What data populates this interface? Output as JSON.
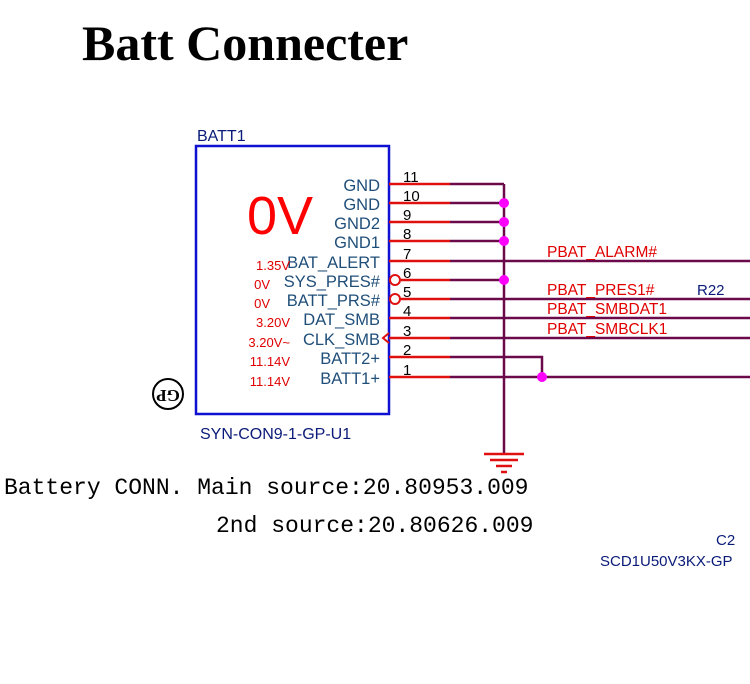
{
  "title": "Batt Connecter",
  "component": {
    "refdes": "BATT1",
    "part_number": "SYN-CON9-1-GP-U1",
    "status_voltage": "0V",
    "green_part_mark": "GP",
    "pins": [
      {
        "number": "11",
        "name": "GND",
        "voltage": "",
        "symbol": "none"
      },
      {
        "number": "10",
        "name": "GND",
        "voltage": "",
        "symbol": "none"
      },
      {
        "number": "9",
        "name": "GND2",
        "voltage": "",
        "symbol": "none"
      },
      {
        "number": "8",
        "name": "GND1",
        "voltage": "",
        "symbol": "none"
      },
      {
        "number": "7",
        "name": "BAT_ALERT",
        "voltage": "1.35V",
        "symbol": "none"
      },
      {
        "number": "6",
        "name": "SYS_PRES#",
        "voltage": "0V",
        "symbol": "bubble"
      },
      {
        "number": "5",
        "name": "BATT_PRS#",
        "voltage": "0V",
        "symbol": "bubble"
      },
      {
        "number": "4",
        "name": "DAT_SMB",
        "voltage": "3.20V",
        "symbol": "none"
      },
      {
        "number": "3",
        "name": "CLK_SMB",
        "voltage": "3.20V~",
        "symbol": "clock"
      },
      {
        "number": "2",
        "name": "BATT2+",
        "voltage": "11.14V",
        "symbol": "none"
      },
      {
        "number": "1",
        "name": "BATT1+",
        "voltage": "11.14V",
        "symbol": "none"
      }
    ]
  },
  "nets": {
    "alarm": "PBAT_ALARM#",
    "pres": "PBAT_PRES1#",
    "smbdat": "PBAT_SMBDAT1",
    "smbclk": "PBAT_SMBCLK1"
  },
  "other_parts": {
    "resistor": "R22",
    "capacitor_refdes": "C2",
    "capacitor_part": "SCD1U50V3KX-GP"
  },
  "notes": {
    "line1": "Battery CONN. Main source:20.80953.009",
    "line2": "2nd source:20.80626.009"
  },
  "colors": {
    "box": "#1010d0",
    "pin_stub": "#e01010",
    "wire": "#6a0a4a",
    "junction": "#ff00ff",
    "ground": "#e01010"
  }
}
